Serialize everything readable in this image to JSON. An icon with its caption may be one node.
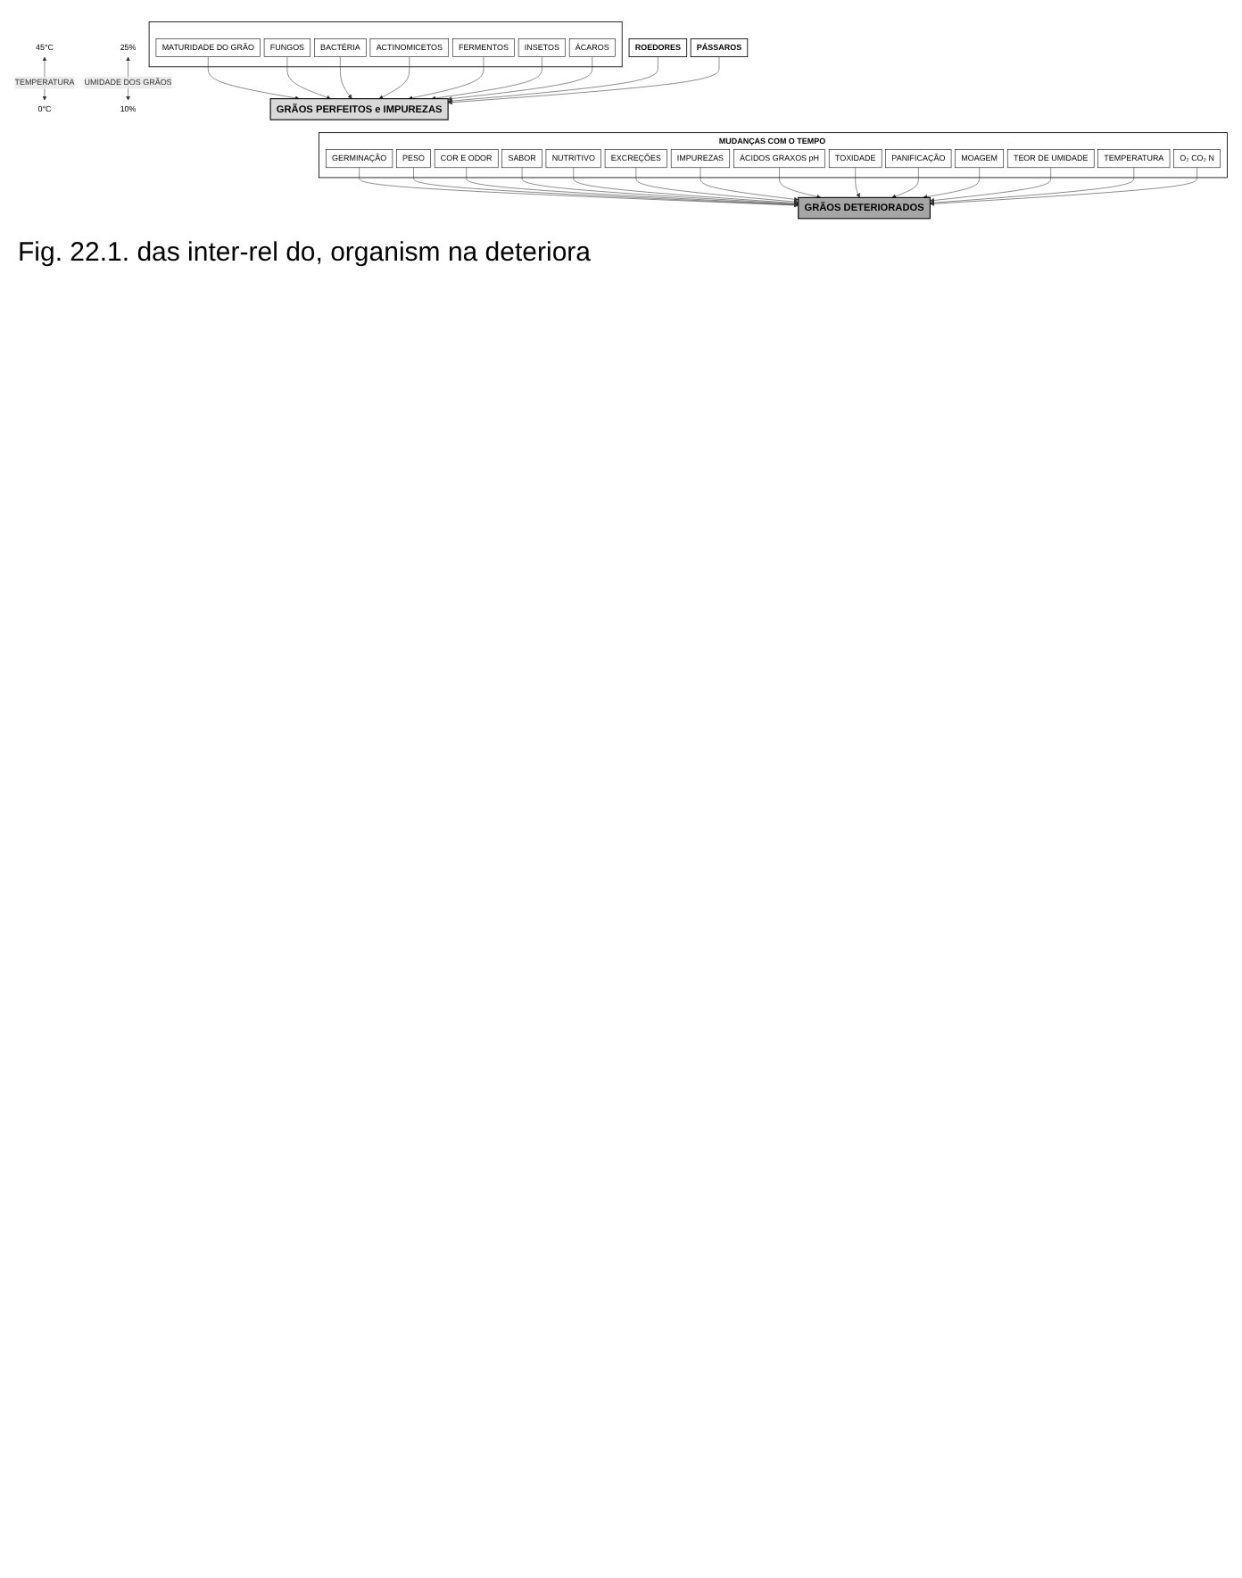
{
  "diagram": {
    "caption": "Fig. 22.1. das inter-rel do, organism na deteriora",
    "nodes": [
      {
        "text": [],
        "shape": "box"
      },
      {
        "text": [
          "MATURIDADE DO GRÃO"
        ],
        "in": 0
      },
      {
        "text": [
          "FUNGOS"
        ],
        "in": 0
      },
      {
        "text": [
          "BACTÉRIA"
        ],
        "in": 0
      },
      {
        "text": [
          "ACTINOMICETOS"
        ],
        "in": 0
      },
      {
        "text": [
          "FERMENTOS"
        ],
        "in": 0
      },
      {
        "text": [
          "INSETOS"
        ],
        "in": 0
      },
      {
        "text": [
          "ÁCAROS"
        ],
        "in": 0
      },
      {
        "text": [
          "ROEDORES"
        ]
      },
      {
        "text": [
          "45°C"
        ]
      },
      {
        "text": [
          "25%"
        ]
      },
      {
        "text": [
          "PÁSSAROS"
        ]
      },
      {
        "text": [
          "0°C"
        ]
      },
      {
        "text": [
          "10%"
        ]
      },
      {
        "text": [
          "GRÃOS PERFEITOS e IMPUREZAS"
        ]
      },
      {
        "text": [
          "MUDANÇAS COM O TEMPO"
        ]
      },
      {
        "text": [
          "GERMINAÇÃO"
        ],
        "in": 15
      },
      {
        "text": [
          "PESO"
        ],
        "in": 15
      },
      {
        "text": [
          "COR E ODOR"
        ],
        "in": 15
      },
      {
        "text": [
          "SABOR"
        ],
        "in": 15
      },
      {
        "text": [
          "NUTRITIVO"
        ],
        "in": 15
      },
      {
        "text": [
          "EXCREÇÕES"
        ],
        "in": 15
      },
      {
        "text": [
          "IMPUREZAS"
        ],
        "in": 15
      },
      {
        "text": [
          "ÁCIDOS GRAXOS pH"
        ],
        "in": 15
      },
      {
        "text": [
          "TOXIDADE"
        ],
        "in": 15
      },
      {
        "text": [
          "PANIFICAÇÃO"
        ],
        "in": 15
      },
      {
        "text": [
          "MOAGEM"
        ],
        "in": 15
      },
      {
        "text": [
          "TEOR DE UMIDADE"
        ],
        "in": 15
      },
      {
        "text": [
          "TEMPERATURA"
        ],
        "in": 15
      },
      {
        "text": [
          "O₂ CO₂ N"
        ],
        "in": 15
      },
      {
        "text": [
          "GRÃOS DETERIORADOS"
        ]
      }
    ],
    "edges": [
      {
        "from": 1,
        "to": 14,
        "arrow": "to"
      },
      {
        "from": 2,
        "to": 14,
        "arrow": "to"
      },
      {
        "from": 3,
        "to": 14,
        "arrow": "to"
      },
      {
        "from": 4,
        "to": 14,
        "arrow": "to"
      },
      {
        "from": 5,
        "to": 14,
        "arrow": "to"
      },
      {
        "from": 6,
        "to": 14,
        "arrow": "to"
      },
      {
        "from": 7,
        "to": 14,
        "arrow": "to"
      },
      {
        "from": 8,
        "to": 14,
        "arrow": "to"
      },
      {
        "from": 9,
        "to": 12,
        "label": "TEMPERATURA",
        "arrow": "both"
      },
      {
        "from": 10,
        "to": 13,
        "label": "UMIDADE DOS GRÃOS",
        "arrow": "both"
      },
      {
        "from": 11,
        "to": 14,
        "arrow": "to"
      },
      {
        "from": 16,
        "to": 30,
        "arrow": "to"
      },
      {
        "from": 17,
        "to": 30,
        "arrow": "to"
      },
      {
        "from": 18,
        "to": 30,
        "arrow": "to"
      },
      {
        "from": 19,
        "to": 30,
        "arrow": "to"
      },
      {
        "from": 20,
        "to": 30,
        "arrow": "to"
      },
      {
        "from": 21,
        "to": 30,
        "arrow": "to"
      },
      {
        "from": 22,
        "to": 30,
        "arrow": "to"
      },
      {
        "from": 23,
        "to": 30,
        "arrow": "to"
      },
      {
        "from": 24,
        "to": 30,
        "arrow": "to"
      },
      {
        "from": 25,
        "to": 30,
        "arrow": "to"
      },
      {
        "from": 26,
        "to": 30,
        "arrow": "to"
      },
      {
        "from": 27,
        "to": 30,
        "arrow": "to"
      },
      {
        "from": 28,
        "to": 30,
        "arrow": "to"
      },
      {
        "from": 29,
        "to": 30,
        "arrow": "to"
      }
    ]
  }
}
